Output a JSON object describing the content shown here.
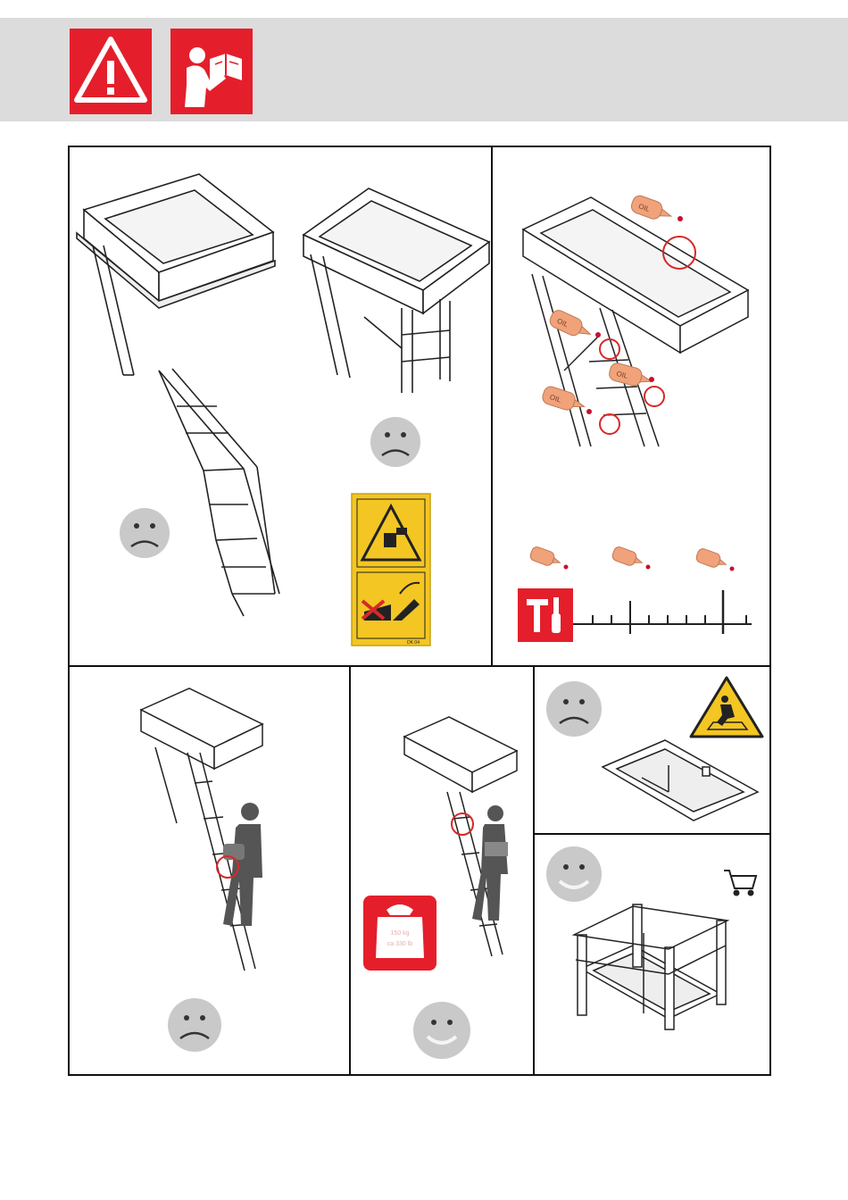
{
  "header": {
    "warning_icon": "warning-triangle-icon",
    "manual_icon": "read-manual-icon",
    "accent": "#e41f2b",
    "background": "#dcdcdc"
  },
  "panels": {
    "top_left": {
      "faces": [
        "sad-face-icon",
        "sad-face-icon"
      ],
      "warning_label_icons": [
        "crush-hand-warning-icon",
        "no-hands-hinge-icon"
      ],
      "label_code": "DK 04"
    },
    "top_right": {
      "oil_text": "OIL",
      "drop_color": "#c8102e",
      "icons": [
        "oil-can-icon",
        "tools-icon",
        "timeline-scale"
      ]
    },
    "bottom_left": {
      "faces": [
        "sad-face-icon"
      ]
    },
    "bottom_middle": {
      "faces": [
        "happy-face-icon"
      ],
      "weight_text_1": "150 kg",
      "weight_text_2": "ca 330 lb",
      "weight_icon": "max-load-weight-icon"
    },
    "bottom_right_top": {
      "faces": [
        "sad-face-icon"
      ],
      "warning_icon": "fall-hazard-warning-icon"
    },
    "bottom_right_bottom": {
      "faces": [
        "happy-face-icon"
      ],
      "cart_icon": "shopping-cart-icon"
    }
  }
}
